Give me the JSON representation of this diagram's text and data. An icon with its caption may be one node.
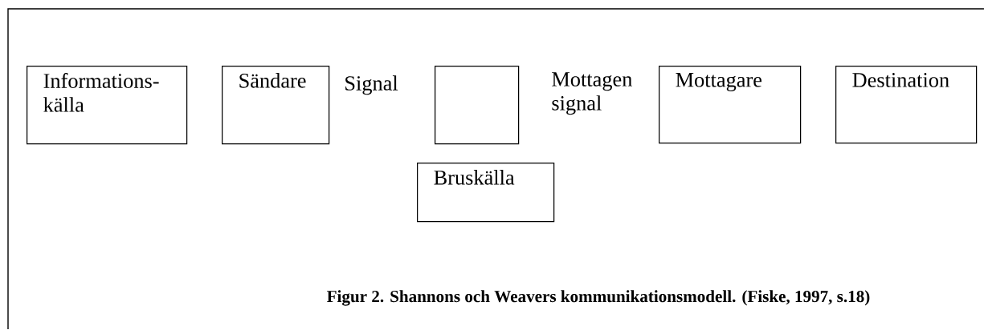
{
  "diagram": {
    "caption": "Figur 2. Shannons och Weavers kommunikationsmodell. (Fiske, 1997, s.18)",
    "nodes": [
      {
        "text": [
          "Informations- källa"
        ]
      },
      {
        "text": [
          "Sändare"
        ]
      },
      {
        "text": [],
        "shape": "box"
      },
      {
        "text": [
          "Bruskälla"
        ]
      },
      {
        "text": [
          "Mottagare"
        ]
      },
      {
        "text": [
          "Destination"
        ]
      }
    ],
    "labels": [
      "Signal",
      "Mottagen signal"
    ]
  }
}
